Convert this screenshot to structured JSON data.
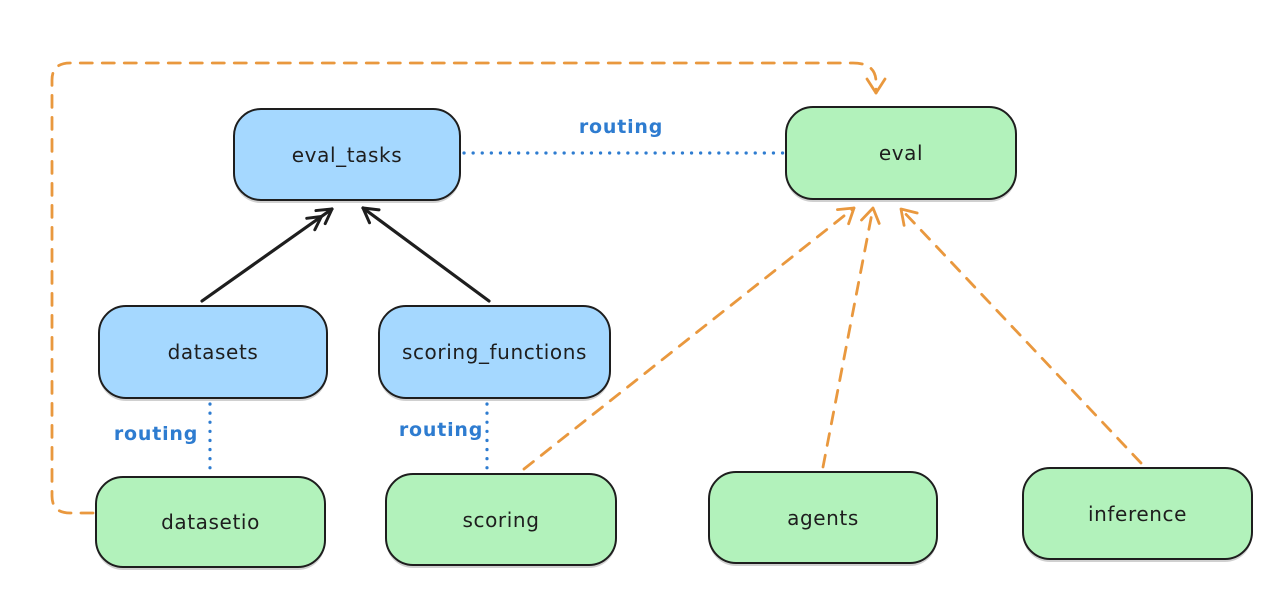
{
  "nodes": {
    "eval_tasks": {
      "label": "eval_tasks",
      "fill": "blue"
    },
    "eval": {
      "label": "eval",
      "fill": "green"
    },
    "datasets": {
      "label": "datasets",
      "fill": "blue"
    },
    "scoring_functions": {
      "label": "scoring_functions",
      "fill": "blue"
    },
    "datasetio": {
      "label": "datasetio",
      "fill": "green"
    },
    "scoring": {
      "label": "scoring",
      "fill": "green"
    },
    "agents": {
      "label": "agents",
      "fill": "green"
    },
    "inference": {
      "label": "inference",
      "fill": "green"
    }
  },
  "edge_labels": {
    "eval_tasks_to_eval": "routing",
    "datasets_to_datasetio": "routing",
    "scoring_functions_to_scoring": "routing"
  },
  "colors": {
    "blue_node_fill": "#a5d8ff",
    "green_node_fill": "#b2f2bb",
    "node_stroke": "#1e1e1e",
    "routing_blue": "#2e7cd0",
    "dependency_orange": "#e9983e",
    "background": "#ffffff"
  }
}
